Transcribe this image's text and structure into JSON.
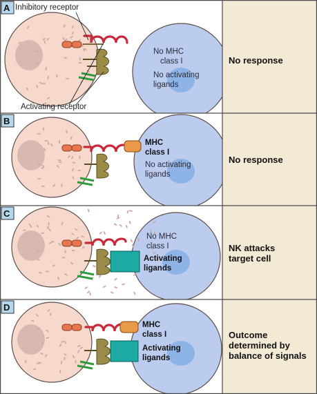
{
  "panels": [
    {
      "letter": "A",
      "labels": {
        "inhibitory_receptor": "Inhibitory receptor",
        "activating_receptor": "Activating receptor",
        "target_line1": "No MHC",
        "target_line2": "class I",
        "target_line3": "No activating",
        "target_line4": "ligands"
      },
      "outcome": [
        "No response"
      ]
    },
    {
      "letter": "B",
      "labels": {
        "mhc_line1": "MHC",
        "mhc_line2": "class I",
        "target_line1": "No activating",
        "target_line2": "ligands"
      },
      "outcome": [
        "No response"
      ]
    },
    {
      "letter": "C",
      "labels": {
        "target_line1": "No MHC",
        "target_line2": "class I",
        "ligand_line1": "Activating",
        "ligand_line2": "ligands"
      },
      "outcome": [
        "NK attacks",
        "target cell"
      ]
    },
    {
      "letter": "D",
      "labels": {
        "mhc_line1": "MHC",
        "mhc_line2": "class I",
        "ligand_line1": "Activating",
        "ligand_line2": "ligands"
      },
      "outcome": [
        "Outcome",
        "determined by",
        "balance of signals"
      ]
    }
  ],
  "colors": {
    "nk_cell_fill": "#f6d9cc",
    "nk_nucleus": "#d9b8b2",
    "granule": "#cfa9a6",
    "target_cell_fill": "#bcccee",
    "target_nucleus": "#8eb3e6",
    "inhibitory_receptor": "#c8283a",
    "activating_receptor": "#9a8c48",
    "adapter": "#2e9a3c",
    "signal_bead": "#e8764f",
    "mhc": "#e89a48",
    "ligand": "#1daaa4",
    "outcome_bg": "#f3ead6",
    "letter_box": "#b6d8ec"
  }
}
